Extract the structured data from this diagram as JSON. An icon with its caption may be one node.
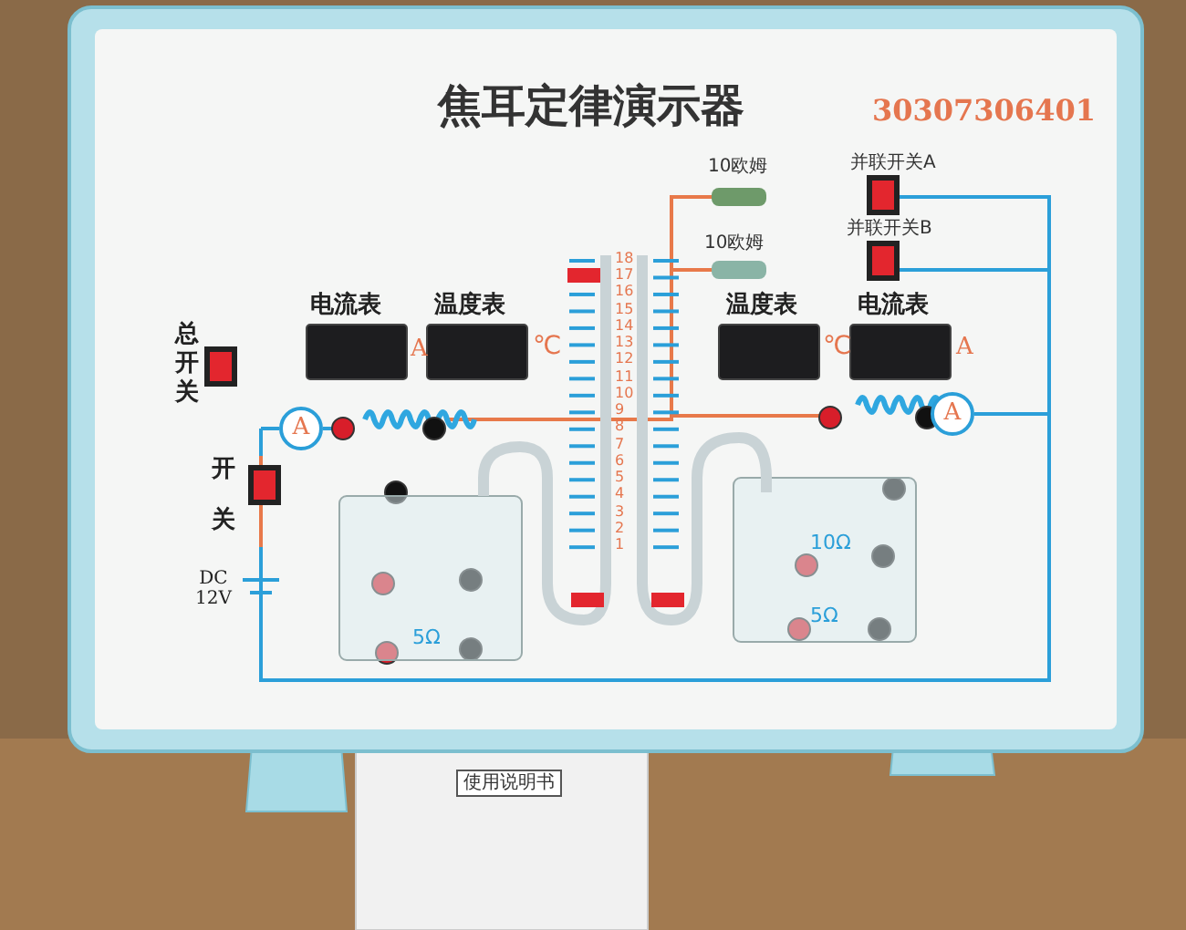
{
  "diagram": {
    "title": "焦耳定律演示器",
    "labels": [
      "30307306401",
      "10欧姆",
      "并联开关A",
      "10欧姆",
      "并联开关B",
      "18",
      "17",
      "16",
      "15",
      "14",
      "13",
      "12",
      "11",
      "10",
      "9",
      "8",
      "7",
      "6",
      "5",
      "4",
      "3",
      "2",
      "1",
      "电流表",
      "温度表",
      "温度表",
      "电流表",
      "总开关",
      "A",
      "℃",
      "℃",
      "A",
      "A",
      "A",
      "开关",
      "DC 12V",
      "10Ω",
      "5Ω",
      "5Ω",
      "使用说明书"
    ]
  }
}
